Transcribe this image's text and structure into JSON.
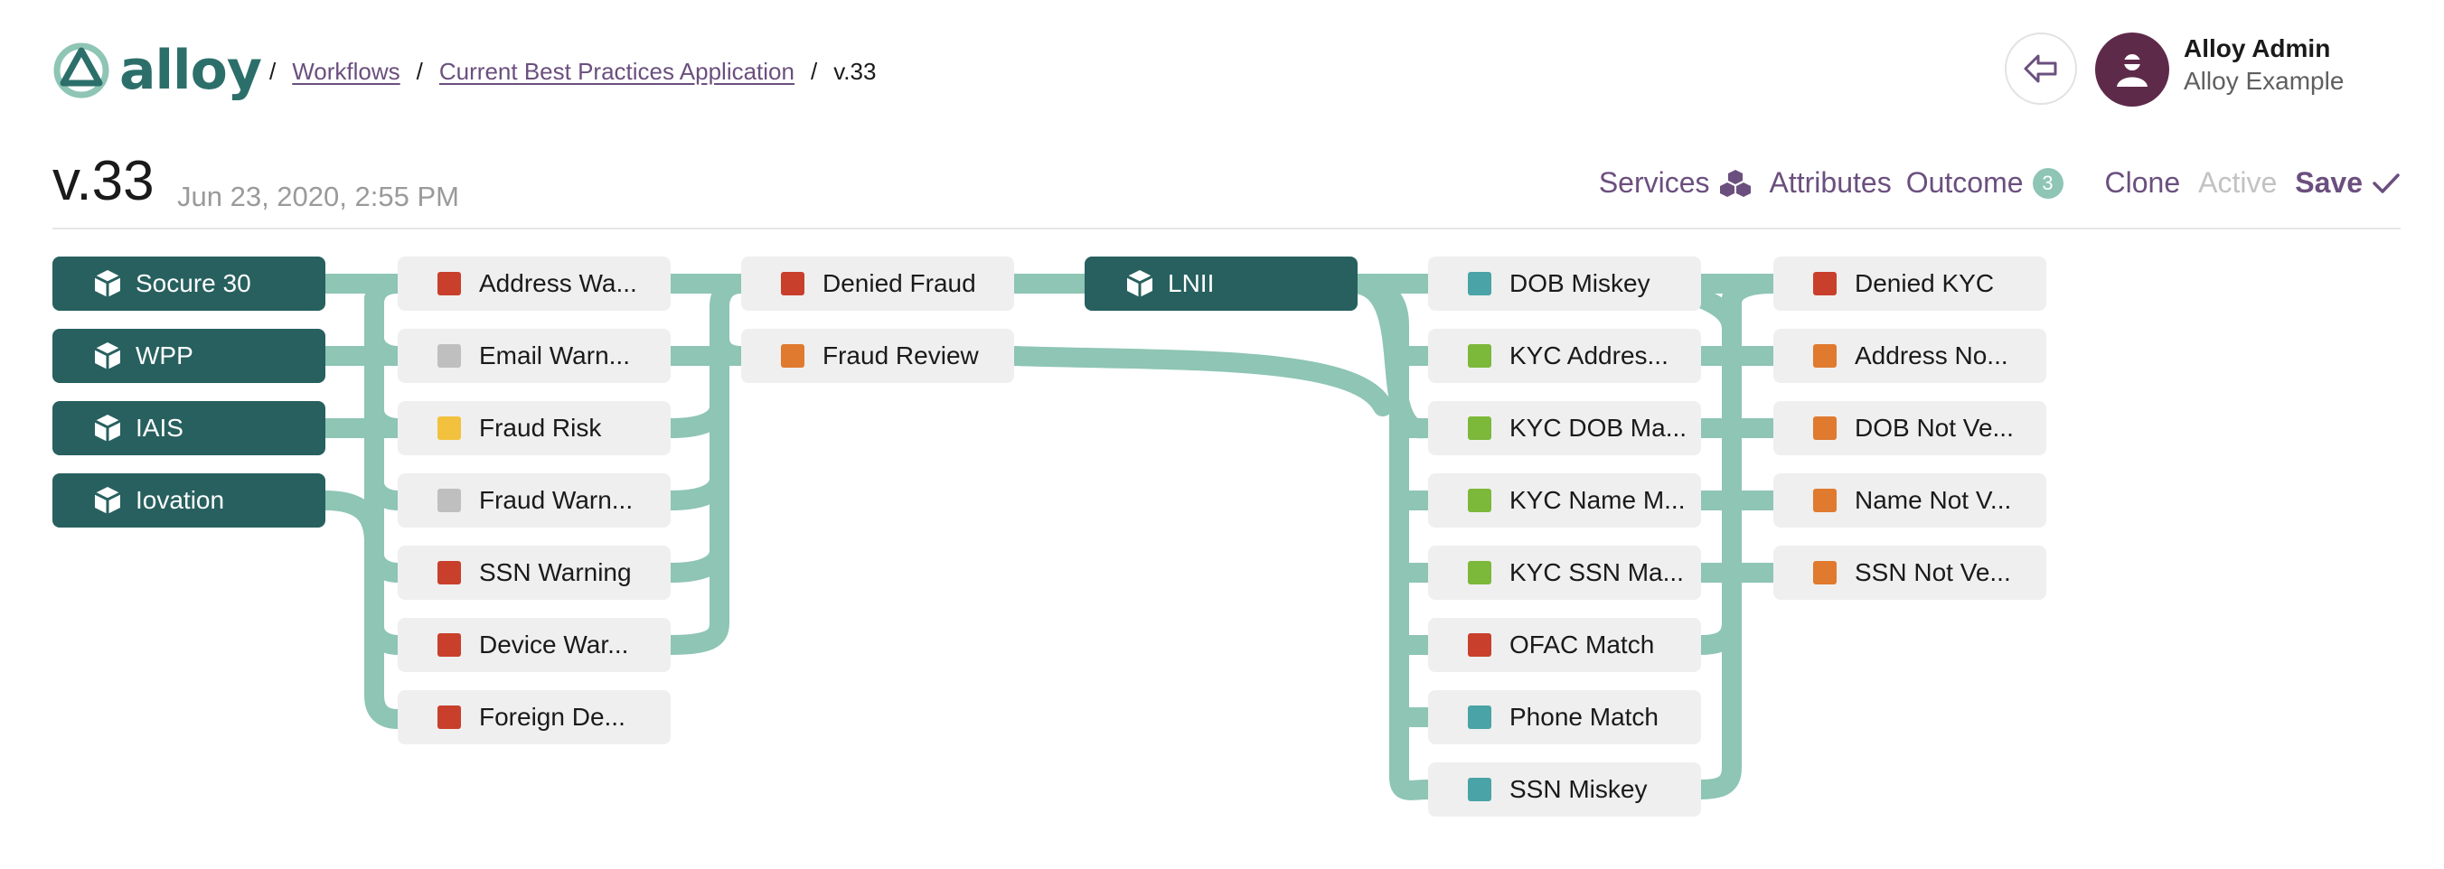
{
  "brand": {
    "name": "alloy",
    "color": "#2c6f6a"
  },
  "breadcrumb": {
    "items": [
      {
        "label": "Workflows"
      },
      {
        "label": "Current Best Practices Application"
      }
    ],
    "current": "v.33",
    "separator": "/"
  },
  "user": {
    "name": "Alloy Admin",
    "org": "Alloy Example"
  },
  "workflow": {
    "version": "v.33",
    "date": "Jun 23, 2020, 2:55 PM"
  },
  "toolbar": {
    "services_label": "Services",
    "attributes_label": "Attributes",
    "outcome_label": "Outcome",
    "outcome_count": "3",
    "clone_label": "Clone",
    "active_label": "Active",
    "save_label": "Save"
  },
  "colors": {
    "red": "#c8402b",
    "orange": "#df7a2e",
    "yellow": "#f2c13d",
    "gray": "#bfbfbf",
    "teal": "#4aa3a6",
    "green": "#7cb83a",
    "service": "#27605e",
    "connector": "#8ec5b4",
    "accent": "#6b4f7e"
  },
  "services": [
    {
      "label": "Socure 30"
    },
    {
      "label": "WPP"
    },
    {
      "label": "IAIS"
    },
    {
      "label": "Iovation"
    }
  ],
  "lnii": {
    "label": "LNII"
  },
  "tags_col1": [
    {
      "label": "Address Wa...",
      "color": "red"
    },
    {
      "label": "Email Warn...",
      "color": "gray"
    },
    {
      "label": "Fraud Risk",
      "color": "yellow"
    },
    {
      "label": "Fraud Warn...",
      "color": "gray"
    },
    {
      "label": "SSN Warning",
      "color": "red"
    },
    {
      "label": "Device War...",
      "color": "red"
    },
    {
      "label": "Foreign De...",
      "color": "red"
    }
  ],
  "outcomes_col2": [
    {
      "label": "Denied Fraud",
      "color": "red"
    },
    {
      "label": "Fraud Review",
      "color": "orange"
    }
  ],
  "tags_col4": [
    {
      "label": "DOB Miskey",
      "color": "teal"
    },
    {
      "label": "KYC Addres...",
      "color": "green"
    },
    {
      "label": "KYC DOB Ma...",
      "color": "green"
    },
    {
      "label": "KYC Name M...",
      "color": "green"
    },
    {
      "label": "KYC SSN Ma...",
      "color": "green"
    },
    {
      "label": "OFAC Match",
      "color": "red"
    },
    {
      "label": "Phone Match",
      "color": "teal"
    },
    {
      "label": "SSN Miskey",
      "color": "teal"
    }
  ],
  "outcomes_col5": [
    {
      "label": "Denied KYC",
      "color": "red"
    },
    {
      "label": "Address No...",
      "color": "orange"
    },
    {
      "label": "DOB Not Ve...",
      "color": "orange"
    },
    {
      "label": "Name Not V...",
      "color": "orange"
    },
    {
      "label": "SSN Not Ve...",
      "color": "orange"
    }
  ]
}
